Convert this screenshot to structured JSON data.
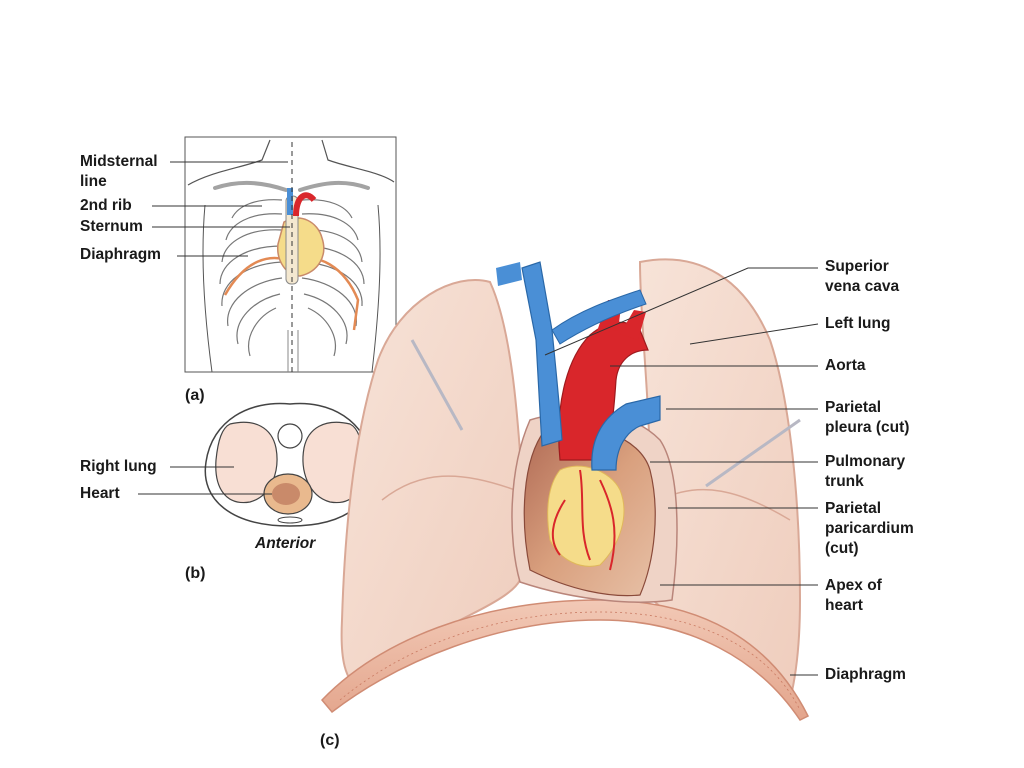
{
  "panels": {
    "a": {
      "letter": "(a)"
    },
    "b": {
      "letter": "(b)",
      "orientation": "Anterior"
    },
    "c": {
      "letter": "(c)"
    }
  },
  "labels": {
    "midsternal_line": "Midsternal\nline",
    "second_rib": "2nd rib",
    "sternum": "Sternum",
    "diaphragm_a": "Diaphragm",
    "right_lung": "Right lung",
    "heart": "Heart",
    "superior_vena_cava": "Superior\nvena cava",
    "left_lung": "Left lung",
    "aorta": "Aorta",
    "parietal_pleura": "Parietal\npleura (cut)",
    "pulmonary_trunk": "Pulmonary\ntrunk",
    "parietal_pericardium": "Parietal\nparicardium\n(cut)",
    "apex_of_heart": "Apex of\nheart",
    "diaphragm_c": "Diaphragm"
  },
  "colors": {
    "lung": "#f3d9cc",
    "lung_edge": "#d9a896",
    "vein": "#4a8fd6",
    "artery": "#d9262b",
    "heart_fat": "#f5dc8a",
    "heart_muscle": "#c98a6a",
    "line": "#333333"
  }
}
